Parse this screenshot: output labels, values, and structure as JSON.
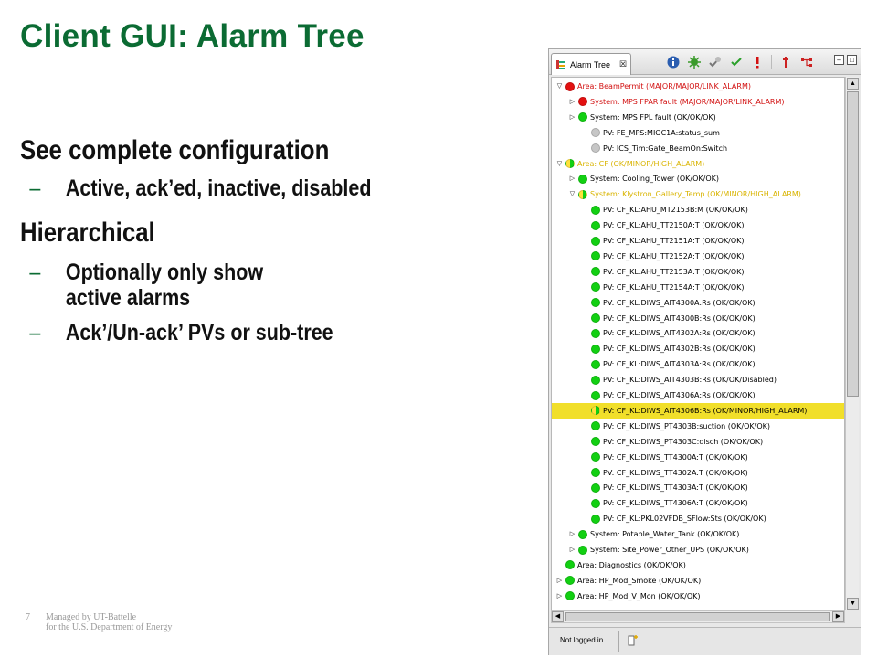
{
  "slide": {
    "title": "Client GUI: Alarm Tree",
    "bullets": [
      {
        "text": "See complete configuration",
        "sub": [
          "Active, ack’ed, inactive, disabled"
        ]
      },
      {
        "text": "Hierarchical",
        "sub": [
          "Optionally only show\nactive alarms",
          "Ack’/Un-ack’ PVs or sub-tree"
        ]
      }
    ],
    "footer": {
      "page_number": "7",
      "line1": "Managed by UT-Battelle",
      "line2": "for the U.S. Department of Energy"
    }
  },
  "window": {
    "tab_label": "Alarm Tree",
    "tab_close": "☒",
    "toolbar_icons": [
      "info-icon",
      "config-icon",
      "acknowledge-all-icon",
      "check-icon",
      "alarm-icon",
      "pin-icon",
      "tree-icon"
    ],
    "status_text": "Not logged in"
  },
  "colors": {
    "title_green": "#0b6b33",
    "major": "#e31010",
    "ok": "#12d012",
    "minor": "#ffe23a",
    "selection": "#f1df2a"
  },
  "tree": [
    {
      "indent": 0,
      "exp": "down",
      "sev": "major",
      "color": "red",
      "label": "Area: BeamPermit (MAJOR/MAJOR/LINK_ALARM)"
    },
    {
      "indent": 1,
      "exp": "right",
      "sev": "major",
      "color": "red",
      "label": "System: MPS FPAR fault (MAJOR/MAJOR/LINK_ALARM)"
    },
    {
      "indent": 1,
      "exp": "right",
      "sev": "ok",
      "color": "black",
      "label": "System: MPS FPL fault (OK/OK/OK)"
    },
    {
      "indent": 2,
      "exp": "none",
      "sev": "disabled",
      "color": "black",
      "label": "PV: FE_MPS:MIOC1A:status_sum"
    },
    {
      "indent": 2,
      "exp": "none",
      "sev": "disabled",
      "color": "black",
      "label": "PV: ICS_Tim:Gate_BeamOn:Switch"
    },
    {
      "indent": 0,
      "exp": "down",
      "sev": "minor",
      "color": "yellow",
      "label": "Area: CF (OK/MINOR/HIGH_ALARM)"
    },
    {
      "indent": 1,
      "exp": "right",
      "sev": "ok",
      "color": "black",
      "label": "System: Cooling_Tower (OK/OK/OK)"
    },
    {
      "indent": 1,
      "exp": "down",
      "sev": "minor",
      "color": "yellow",
      "label": "System: Klystron_Gallery_Temp (OK/MINOR/HIGH_ALARM)"
    },
    {
      "indent": 2,
      "exp": "none",
      "sev": "ok",
      "color": "black",
      "label": "PV: CF_KL:AHU_MT2153B:M (OK/OK/OK)"
    },
    {
      "indent": 2,
      "exp": "none",
      "sev": "ok",
      "color": "black",
      "label": "PV: CF_KL:AHU_TT2150A:T (OK/OK/OK)"
    },
    {
      "indent": 2,
      "exp": "none",
      "sev": "ok",
      "color": "black",
      "label": "PV: CF_KL:AHU_TT2151A:T (OK/OK/OK)"
    },
    {
      "indent": 2,
      "exp": "none",
      "sev": "ok",
      "color": "black",
      "label": "PV: CF_KL:AHU_TT2152A:T (OK/OK/OK)"
    },
    {
      "indent": 2,
      "exp": "none",
      "sev": "ok",
      "color": "black",
      "label": "PV: CF_KL:AHU_TT2153A:T (OK/OK/OK)"
    },
    {
      "indent": 2,
      "exp": "none",
      "sev": "ok",
      "color": "black",
      "label": "PV: CF_KL:AHU_TT2154A:T (OK/OK/OK)"
    },
    {
      "indent": 2,
      "exp": "none",
      "sev": "ok",
      "color": "black",
      "label": "PV: CF_KL:DIWS_AIT4300A:Rs (OK/OK/OK)"
    },
    {
      "indent": 2,
      "exp": "none",
      "sev": "ok",
      "color": "black",
      "label": "PV: CF_KL:DIWS_AIT4300B:Rs (OK/OK/OK)"
    },
    {
      "indent": 2,
      "exp": "none",
      "sev": "ok",
      "color": "black",
      "label": "PV: CF_KL:DIWS_AIT4302A:Rs (OK/OK/OK)"
    },
    {
      "indent": 2,
      "exp": "none",
      "sev": "ok",
      "color": "black",
      "label": "PV: CF_KL:DIWS_AIT4302B:Rs (OK/OK/OK)"
    },
    {
      "indent": 2,
      "exp": "none",
      "sev": "ok",
      "color": "black",
      "label": "PV: CF_KL:DIWS_AIT4303A:Rs (OK/OK/OK)"
    },
    {
      "indent": 2,
      "exp": "none",
      "sev": "ok",
      "color": "black",
      "label": "PV: CF_KL:DIWS_AIT4303B:Rs (OK/OK/Disabled)"
    },
    {
      "indent": 2,
      "exp": "none",
      "sev": "ok",
      "color": "black",
      "label": "PV: CF_KL:DIWS_AIT4306A:Rs (OK/OK/OK)"
    },
    {
      "indent": 2,
      "exp": "none",
      "sev": "minor",
      "color": "black",
      "selected": true,
      "label": "PV: CF_KL:DIWS_AIT4306B:Rs (OK/MINOR/HIGH_ALARM)"
    },
    {
      "indent": 2,
      "exp": "none",
      "sev": "ok",
      "color": "black",
      "label": "PV: CF_KL:DIWS_PT4303B:suction (OK/OK/OK)"
    },
    {
      "indent": 2,
      "exp": "none",
      "sev": "ok",
      "color": "black",
      "label": "PV: CF_KL:DIWS_PT4303C:disch (OK/OK/OK)"
    },
    {
      "indent": 2,
      "exp": "none",
      "sev": "ok",
      "color": "black",
      "label": "PV: CF_KL:DIWS_TT4300A:T (OK/OK/OK)"
    },
    {
      "indent": 2,
      "exp": "none",
      "sev": "ok",
      "color": "black",
      "label": "PV: CF_KL:DIWS_TT4302A:T (OK/OK/OK)"
    },
    {
      "indent": 2,
      "exp": "none",
      "sev": "ok",
      "color": "black",
      "label": "PV: CF_KL:DIWS_TT4303A:T (OK/OK/OK)"
    },
    {
      "indent": 2,
      "exp": "none",
      "sev": "ok",
      "color": "black",
      "label": "PV: CF_KL:DIWS_TT4306A:T (OK/OK/OK)"
    },
    {
      "indent": 2,
      "exp": "none",
      "sev": "ok",
      "color": "black",
      "label": "PV: CF_KL:PKL02VFDB_SFlow:Sts (OK/OK/OK)"
    },
    {
      "indent": 1,
      "exp": "right",
      "sev": "ok",
      "color": "black",
      "label": "System: Potable_Water_Tank (OK/OK/OK)"
    },
    {
      "indent": 1,
      "exp": "right",
      "sev": "ok",
      "color": "black",
      "label": "System: Site_Power_Other_UPS (OK/OK/OK)"
    },
    {
      "indent": 0,
      "exp": "none",
      "sev": "ok",
      "color": "black",
      "label": "Area: Diagnostics (OK/OK/OK)"
    },
    {
      "indent": 0,
      "exp": "right",
      "sev": "ok",
      "color": "black",
      "label": "Area: HP_Mod_Smoke (OK/OK/OK)"
    },
    {
      "indent": 0,
      "exp": "right",
      "sev": "ok",
      "color": "black",
      "label": "Area: HP_Mod_V_Mon (OK/OK/OK)"
    }
  ]
}
